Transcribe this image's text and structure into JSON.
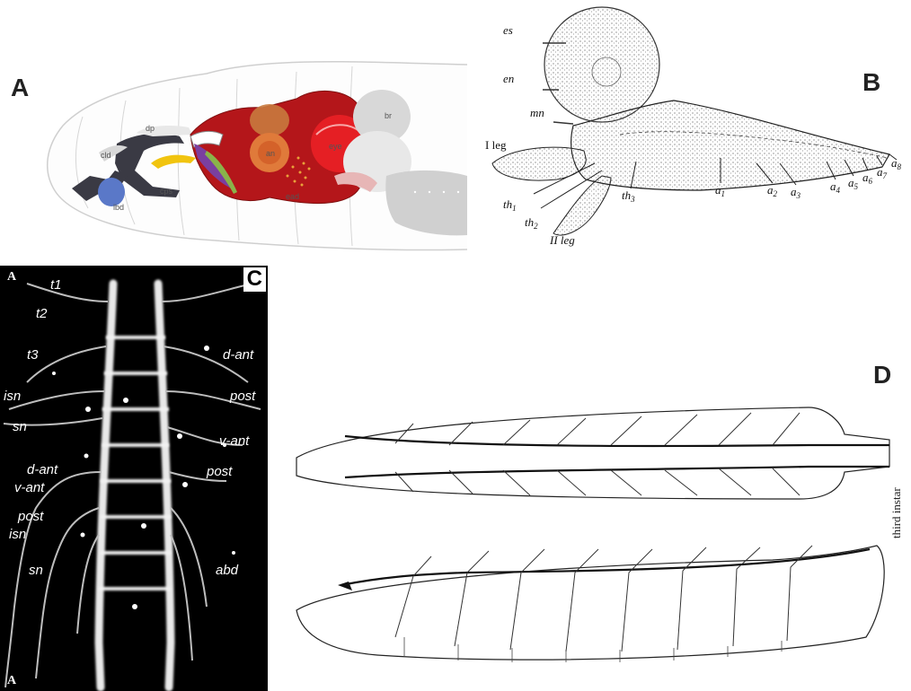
{
  "figure": {
    "panel_a": {
      "letter": "A",
      "labels": {
        "dp": "dp",
        "cld": "cld",
        "lbd": "lbd",
        "cps": "cps",
        "an": "an",
        "eye": "eye",
        "ead": "ead",
        "br": "br"
      }
    },
    "panel_b": {
      "letter": "B",
      "labels": {
        "es": "es",
        "en": "en",
        "mn": "mn",
        "leg1": "I leg",
        "leg2": "II leg",
        "th1": "th",
        "th1_sub": "1",
        "th2": "th",
        "th2_sub": "2",
        "th3": "th",
        "th3_sub": "3",
        "a1": "a",
        "a1_sub": "1",
        "a2": "a",
        "a2_sub": "2",
        "a3": "a",
        "a3_sub": "3",
        "a4": "a",
        "a4_sub": "4",
        "a5": "a",
        "a5_sub": "5",
        "a6": "a",
        "a6_sub": "6",
        "a7": "a",
        "a7_sub": "7",
        "a8": "a",
        "a8_sub": "8"
      }
    },
    "panel_c": {
      "letter": "C",
      "corner_top": "A",
      "corner_bottom": "A",
      "labels": {
        "t1": "t1",
        "t2": "t2",
        "t3": "t3",
        "isn_top": "isn",
        "sn_top": "sn",
        "d_ant_right": "d-ant",
        "post_right_top": "post",
        "v_ant_right": "v-ant",
        "post_right_mid": "post",
        "d_ant_left": "d-ant",
        "v_ant_left": "v-ant",
        "post_left": "post",
        "isn_bottom": "isn",
        "sn_bottom": "sn",
        "abd": "abd"
      }
    },
    "panel_d": {
      "letter": "D",
      "caption": "third instar"
    }
  }
}
